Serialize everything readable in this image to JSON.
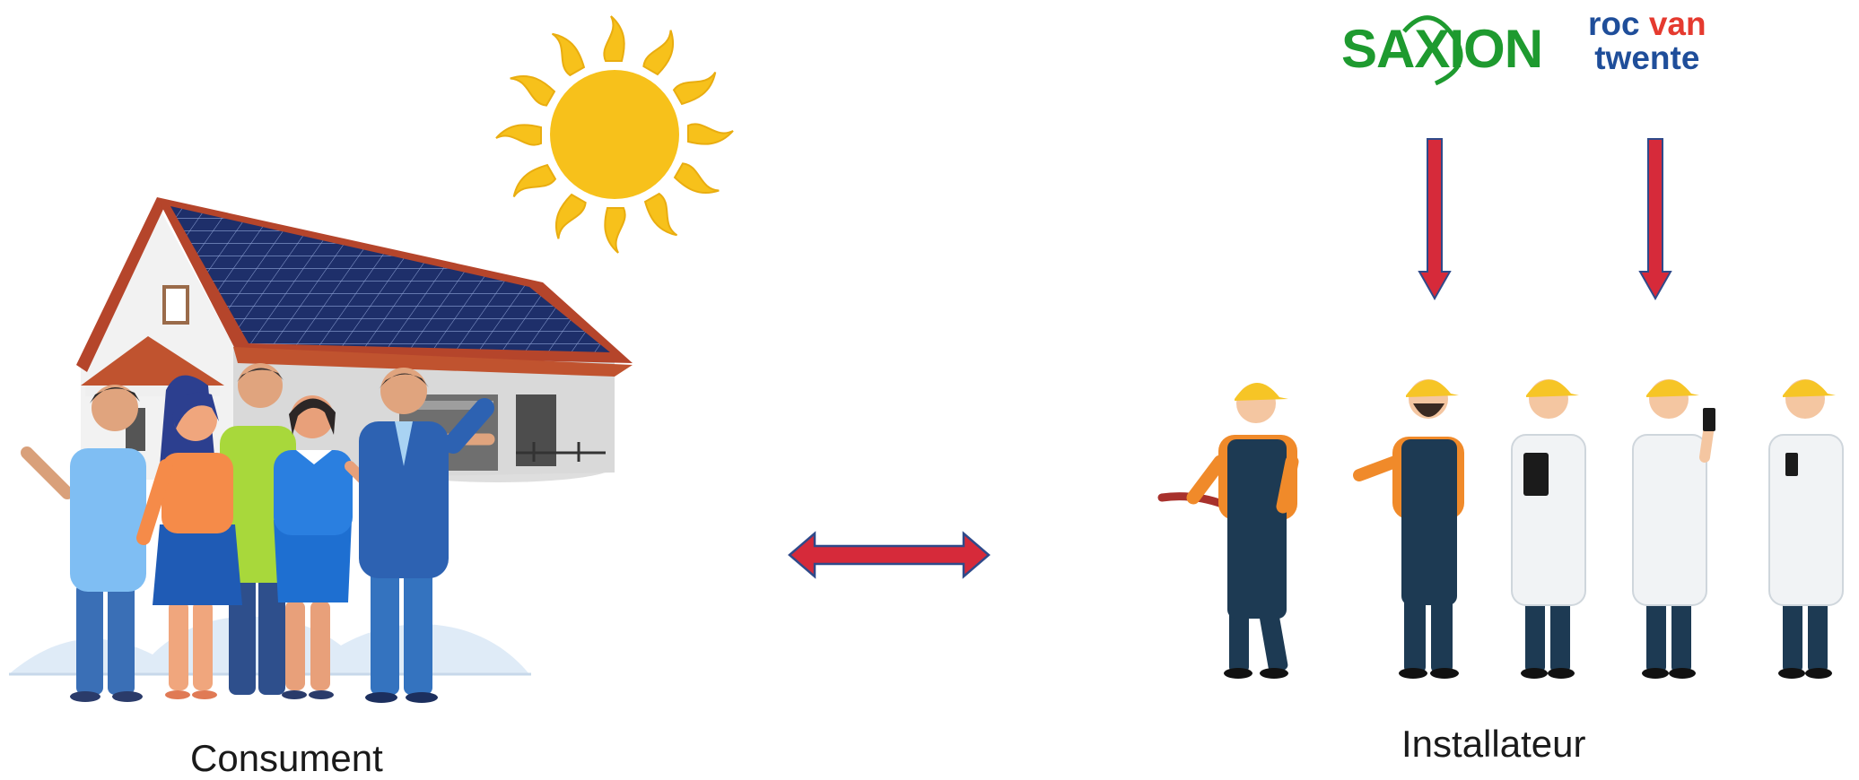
{
  "labels": {
    "consument": "Consument",
    "installateur": "Installateur"
  },
  "logos": {
    "saxion": "SAXION",
    "roc_part1": "roc",
    "roc_part2": "van",
    "roc_part3": "twente"
  },
  "colors": {
    "arrow_fill": "#d62a3a",
    "arrow_border": "#2f4a8a",
    "sun": "#f7c11b",
    "saxion_green": "#1e9a2f",
    "roc_blue": "#1f4e9a",
    "roc_red": "#e53a2f"
  },
  "icons": {
    "sun": "sun-icon",
    "house": "house-with-solar-panels-icon",
    "consumers": "consumer-group-icon",
    "workers": "installer-workers-icon"
  }
}
